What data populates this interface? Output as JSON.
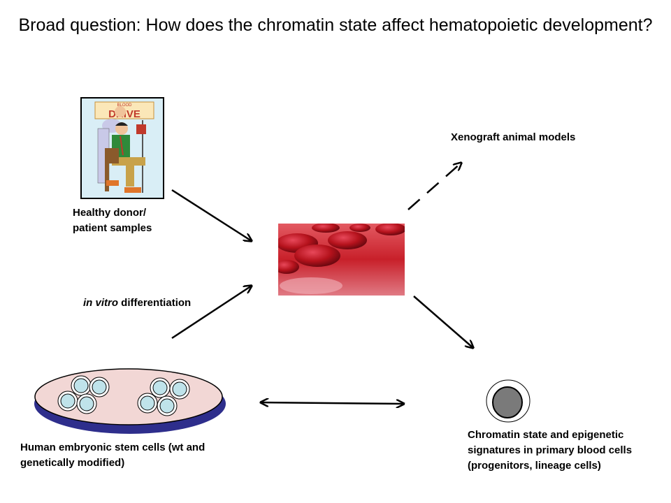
{
  "title": "Broad question: How does the chromatin state affect hematopoietic development?",
  "nodes": {
    "donor": {
      "line1": "Healthy donor/",
      "line2": "patient samples",
      "poster_text": "DRIVE",
      "poster_small": "BLOOD"
    },
    "invitro": {
      "italic": "in vitro",
      "rest": " differentiation"
    },
    "xenograft": {
      "label": "Xenograft animal models"
    },
    "hesc": {
      "line1": "Human embryonic stem cells (wt and",
      "line2": "genetically modified)"
    },
    "chromatin": {
      "line1": "Chromatin state and epigenetic",
      "line2": "signatures in primary blood cells",
      "line3": "(progenitors, lineage cells)"
    }
  },
  "colors": {
    "blood_bg": "#c8202a",
    "blood_cell": "#a80f18",
    "dish_rim": "#2e2e8c",
    "dish_fill": "#f2d7d5",
    "cell_fill": "#bfe3ea",
    "nucleus": "#7a7a7a"
  },
  "edges": [
    {
      "from": "donor",
      "to": "blood",
      "style": "solid"
    },
    {
      "from": "invitro",
      "to": "blood",
      "style": "solid"
    },
    {
      "from": "blood",
      "to": "xenograft",
      "style": "dashed"
    },
    {
      "from": "blood",
      "to": "chromatin",
      "style": "solid"
    },
    {
      "from": "hesc",
      "to": "chromatin",
      "style": "bidirectional"
    }
  ]
}
